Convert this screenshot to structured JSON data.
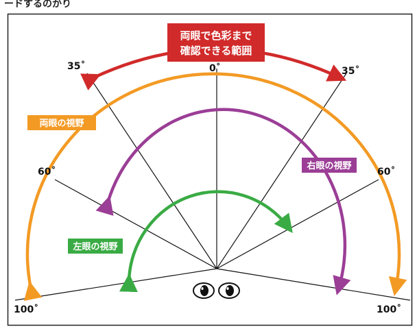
{
  "top_caption": "ードするのかり",
  "angles": {
    "left_35": "35˚",
    "right_35": "35˚",
    "center_0": "0˚",
    "left_60": "60˚",
    "right_60": "60˚",
    "left_100": "100˚",
    "right_100": "100˚"
  },
  "labels": {
    "color_range_line1": "両眼で色彩まで",
    "color_range_line2": "確認できる範囲",
    "both_eyes_field": "両眼の視野",
    "right_eye_field": "右眼の視野",
    "left_eye_field": "左眼の視野"
  },
  "colors": {
    "binocular_orange": "#f39a24",
    "right_eye_purple": "#9b3e96",
    "left_eye_green": "#3aab44",
    "color_range_red": "#d12a2a",
    "frame_black": "#222222"
  }
}
